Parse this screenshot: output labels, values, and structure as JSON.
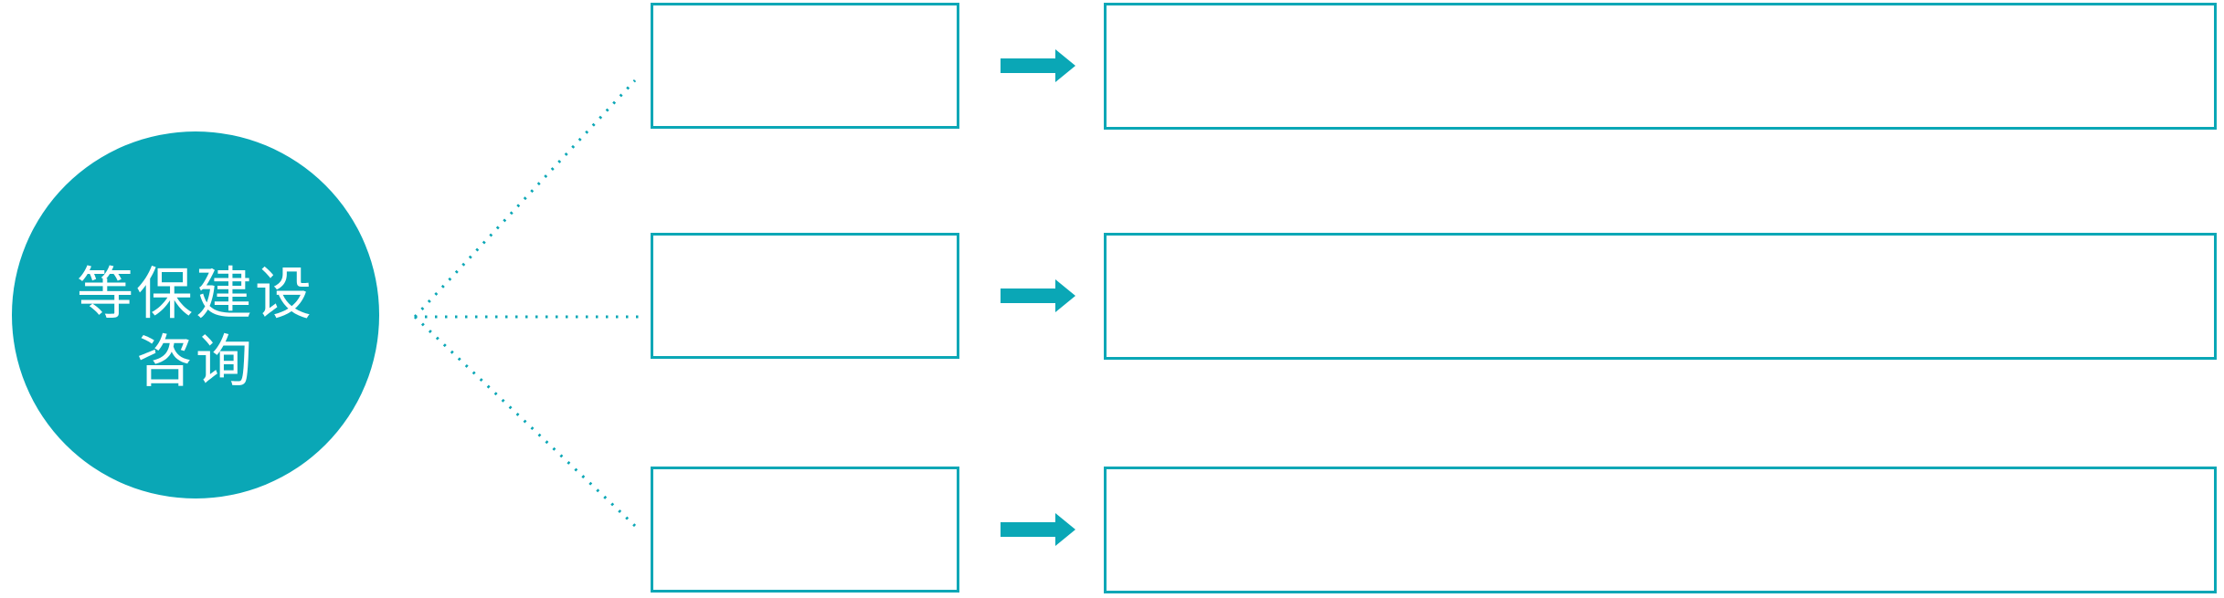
{
  "diagram": {
    "colors": {
      "accent": "#0aa7b6",
      "background": "#ffffff",
      "hub_text": "#ffffff"
    },
    "hub": {
      "lines": [
        "等保建设",
        "咨询"
      ]
    },
    "rows": [
      {
        "step_label": "",
        "detail_label": ""
      },
      {
        "step_label": "",
        "detail_label": ""
      },
      {
        "step_label": "",
        "detail_label": ""
      }
    ],
    "icons": {
      "arrow_right": "→",
      "connector_style": "dotted-line"
    }
  }
}
